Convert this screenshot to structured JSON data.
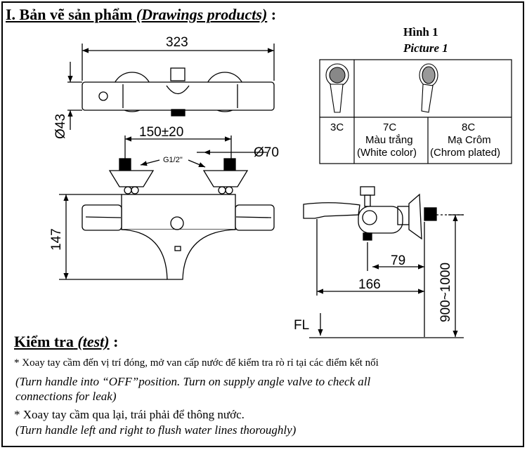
{
  "heading": {
    "prefix": "I. Bản vẽ sản phẩm",
    "english": "(Drawings products)",
    "suffix": ":"
  },
  "figure": {
    "title_vi": "Hình 1",
    "title_en": "Picture 1",
    "cells": [
      {
        "code": "3C",
        "line1": "",
        "line2": ""
      },
      {
        "code": "7C",
        "line1": "Màu trắng",
        "line2": "(White color)"
      },
      {
        "code": "8C",
        "line1": "Mạ Crôm",
        "line2": "(Chrom plated)"
      }
    ]
  },
  "dimensions": {
    "width": "323",
    "diameter_body": "Ø43",
    "centers": "150±20",
    "diameter_cover": "Ø70",
    "thread": "G1/2\"",
    "height": "147",
    "depth_inlet": "79",
    "depth_total": "166",
    "mount_height": "900~1000",
    "floor": "FL"
  },
  "test": {
    "title": "Kiểm tra",
    "english": "(test)",
    "suffix": ":",
    "notes": [
      "* Xoay tay cầm đến vị trí đóng, mở van cấp nước để kiểm tra rò rỉ tại các điểm kết nối",
      "(Turn handle into “OFF”position.  Turn on supply angle valve to check all",
      " connections for leak)",
      "* Xoay tay cầm qua lại, trái phải để thông nước.",
      "(Turn handle left and right to flush water lines thoroughly)"
    ]
  }
}
